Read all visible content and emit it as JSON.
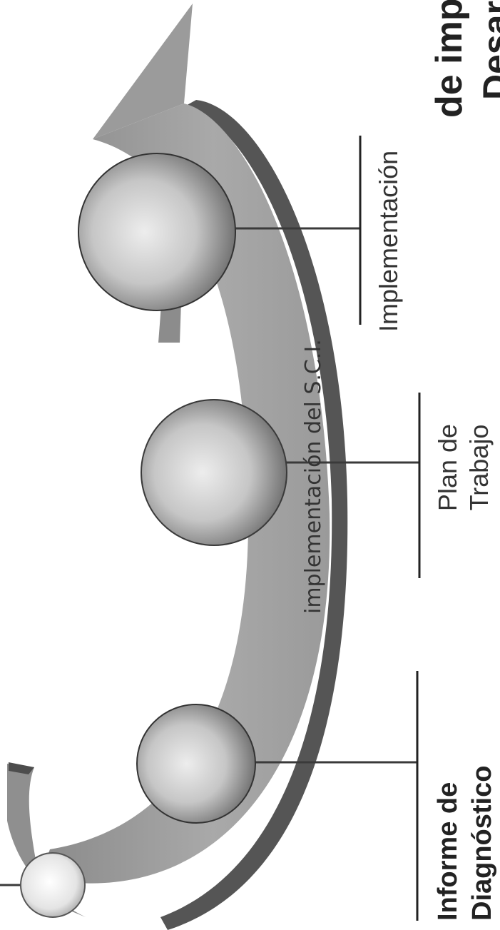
{
  "diagram": {
    "steps": [
      {
        "label_lines": [
          "Informe de",
          "Diagnóstico"
        ],
        "bold": true
      },
      {
        "label_lines": [
          "Plan de",
          "Trabajo"
        ],
        "bold": false
      },
      {
        "label_lines": [
          "Implementación"
        ],
        "bold": false
      }
    ],
    "top_caption": "implementación del S.C.I.",
    "title_partial_1": "Desarrollo",
    "title_partial_2": "de impl"
  }
}
